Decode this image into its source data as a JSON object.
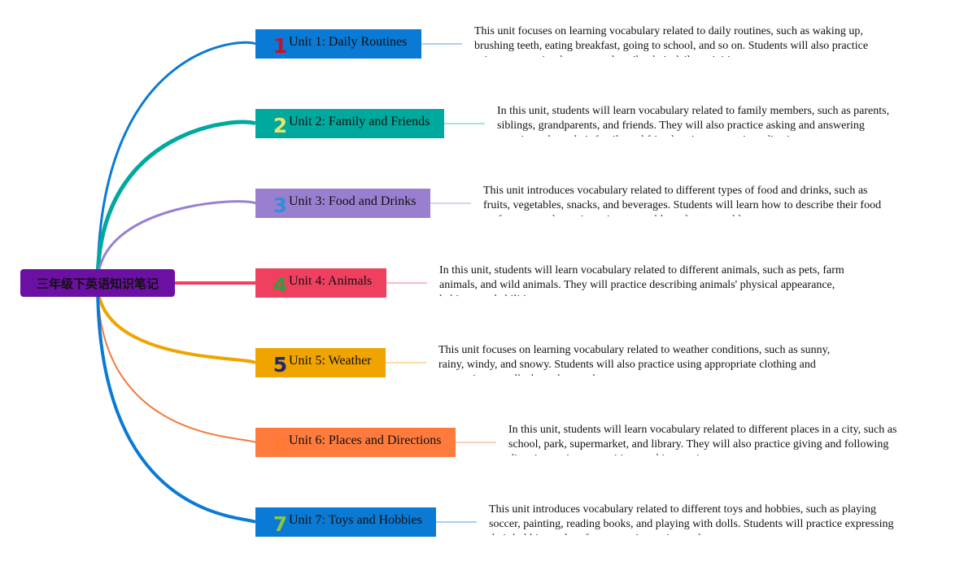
{
  "root": {
    "title": "三年级下英语知识笔记",
    "color": "#6c0fa3"
  },
  "units": [
    {
      "number": "1",
      "label": "Unit 1: Daily Routines",
      "box_color": "#0a7ad4",
      "number_color": "#c8102e",
      "line_color": "#0a7ad4",
      "description": "This unit focuses on learning vocabulary related to daily routines, such as waking up, brushing teeth, eating breakfast, going to school, and so on. Students will also practice using present simple tense to describe their daily activities."
    },
    {
      "number": "2",
      "label": "Unit 2: Family and Friends",
      "box_color": "#00a99d",
      "number_color": "#e6e66a",
      "line_color": "#00a99d",
      "description": "In this unit, students will learn vocabulary related to family members, such as parents, siblings, grandparents, and friends. They will also practice asking and answering questions about their family and friends using possessive adjectives."
    },
    {
      "number": "3",
      "label": "Unit 3: Food and Drinks",
      "box_color": "#9a7fd1",
      "number_color": "#2e8fd8",
      "line_color": "#9a7fd1",
      "description": "This unit introduces vocabulary related to different types of food and drinks, such as fruits, vegetables, snacks, and beverages. Students will learn how to describe their food preferences and practice using countable and uncountable nouns."
    },
    {
      "number": "4",
      "label": "Unit 4: Animals",
      "box_color": "#f0405f",
      "number_color": "#2e9e3f",
      "line_color": "#f0405f",
      "description": "In this unit, students will learn vocabulary related to different animals, such as pets, farm animals, and wild animals. They will practice describing animals' physical appearance, habitats, and abilities."
    },
    {
      "number": "5",
      "label": "Unit 5: Weather",
      "box_color": "#f0a400",
      "number_color": "#1f2a6e",
      "line_color": "#f0a400",
      "description": "This unit focuses on learning vocabulary related to weather conditions, such as sunny, rainy, windy, and snowy. Students will also practice using appropriate clothing and expressions to talk about the weather."
    },
    {
      "number": "6",
      "label": "Unit 6: Places and Directions",
      "box_color": "#ff7a3d",
      "number_color": "#ff7a2e",
      "line_color": "#f07a3d",
      "description": "In this unit, students will learn vocabulary related to different places in a city, such as school, park, supermarket, and library. They will also practice giving and following directions using prepositions and imperatives."
    },
    {
      "number": "7",
      "label": "Unit 7: Toys and Hobbies",
      "box_color": "#0a7ad4",
      "number_color": "#8cc63f",
      "line_color": "#0a7ad4",
      "description": "This unit introduces vocabulary related to different toys and hobbies, such as playing soccer, painting, reading books, and playing with dolls. Students will practice expressing their hobbies and preferences using action verbs."
    }
  ]
}
